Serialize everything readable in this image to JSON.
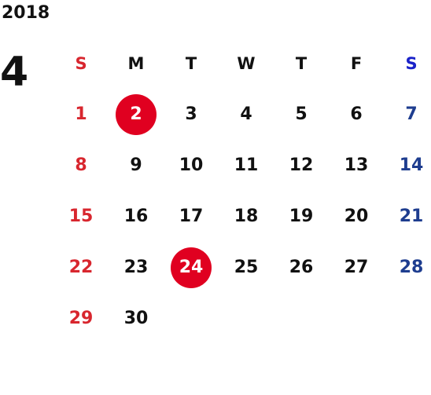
{
  "calendar": {
    "year": "2018",
    "month": "4",
    "weekdays": [
      "S",
      "M",
      "T",
      "W",
      "T",
      "F",
      "S"
    ],
    "weeks": [
      [
        "1",
        "2",
        "3",
        "4",
        "5",
        "6",
        "7"
      ],
      [
        "8",
        "9",
        "10",
        "11",
        "12",
        "13",
        "14"
      ],
      [
        "15",
        "16",
        "17",
        "18",
        "19",
        "20",
        "21"
      ],
      [
        "22",
        "23",
        "24",
        "25",
        "26",
        "27",
        "28"
      ],
      [
        "29",
        "30",
        "",
        "",
        "",
        "",
        ""
      ]
    ]
  },
  "colors": {
    "sunday": "#d8262e",
    "saturday_header": "#1a22c9",
    "saturday": "#1e3d8f",
    "highlight": "#e00020",
    "text": "#111111"
  }
}
